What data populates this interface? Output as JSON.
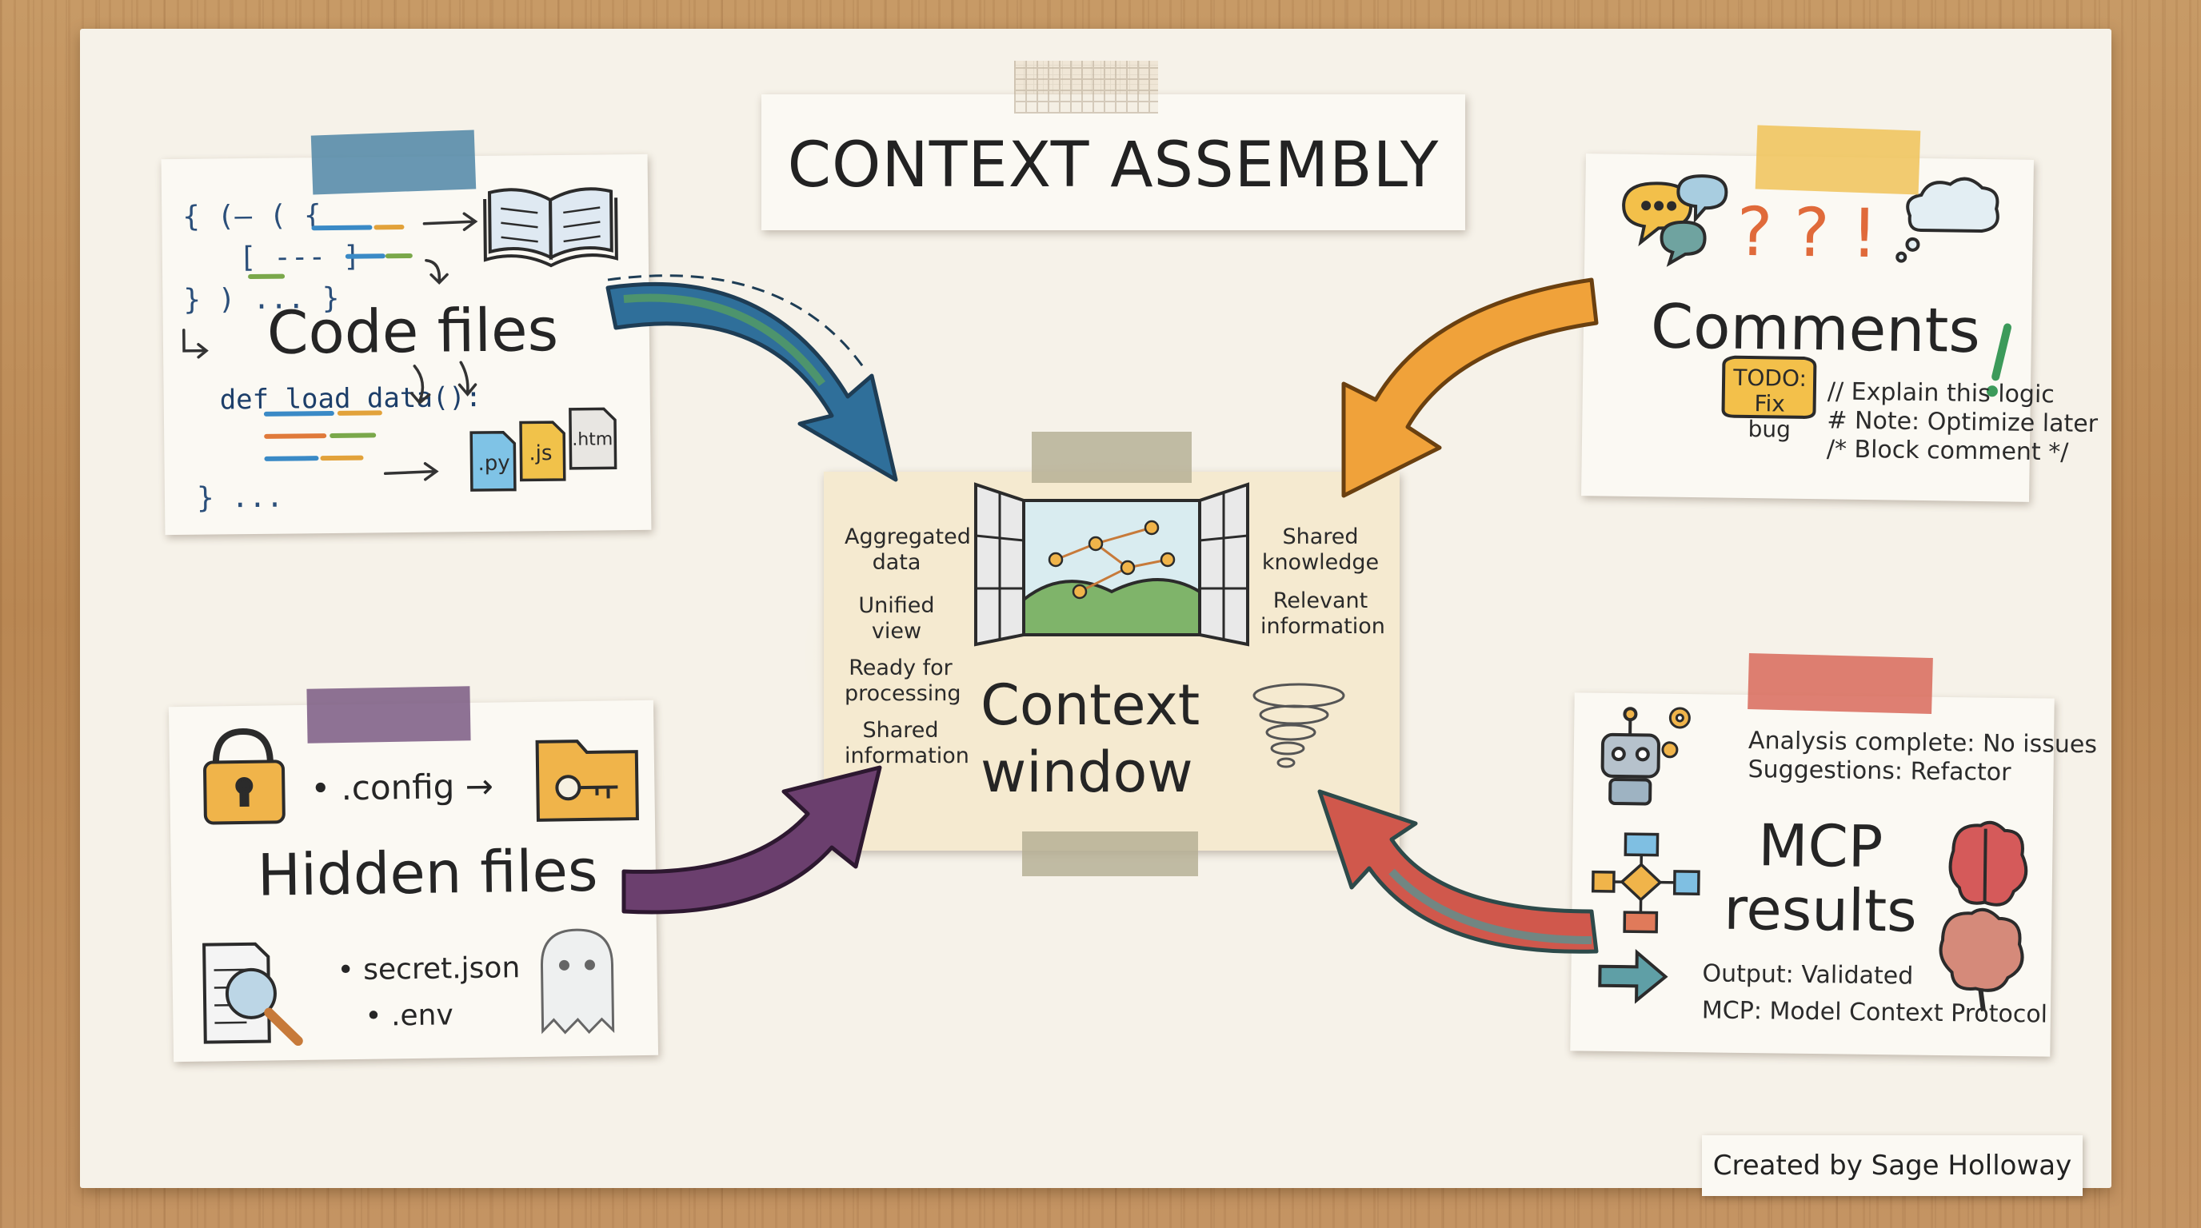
{
  "title": "CONTEXT ASSEMBLY",
  "center": {
    "title": "Context window",
    "left_notes": [
      "Aggregated data",
      "Unified view",
      "Ready for processing",
      "Shared information"
    ],
    "right_notes": [
      "Shared knowledge",
      "Relevant information"
    ]
  },
  "code_files": {
    "title": "Code files",
    "code_top": [
      "{ (— ( {",
      "[ --- ]",
      "} ) ... }"
    ],
    "def_line": "def load_data():",
    "ellipsis": "} ...",
    "file_tags": [
      ".py",
      ".js",
      ".html"
    ]
  },
  "comments": {
    "title": "Comments",
    "todo": "TODO: Fix bug",
    "lines": [
      "// Explain this logic",
      "# Note: Optimize later",
      "/* Block comment */"
    ],
    "marks": "? ? !"
  },
  "hidden_files": {
    "title": "Hidden files",
    "config": "• .config →",
    "items": [
      "• secret.json",
      "• .env"
    ]
  },
  "mcp_results": {
    "title_line1": "MCP",
    "title_line2": "results",
    "top_lines": [
      "Analysis complete: No issues",
      "Suggestions: Refactor"
    ],
    "bottom_lines": [
      "Output: Validated",
      "MCP: Model Context Protocol"
    ]
  },
  "credit": "Created by Sage Holloway",
  "colors": {
    "arrow_code": "#2f6f9a",
    "arrow_comments": "#f0a23a",
    "arrow_hidden": "#6b3f6e",
    "arrow_mcp": "#d0584c",
    "center_bg": "#f5ead0"
  },
  "icons": [
    "book-icon",
    "file-py-icon",
    "file-js-icon",
    "file-html-icon",
    "speech-bubble-icon",
    "thought-cloud-icon",
    "padlock-icon",
    "folder-key-icon",
    "magnifier-document-icon",
    "ghost-icon",
    "robot-icon",
    "gear-icon",
    "flowchart-icon",
    "brain-icon",
    "arrow-right-icon",
    "window-icon",
    "tornado-icon"
  ]
}
